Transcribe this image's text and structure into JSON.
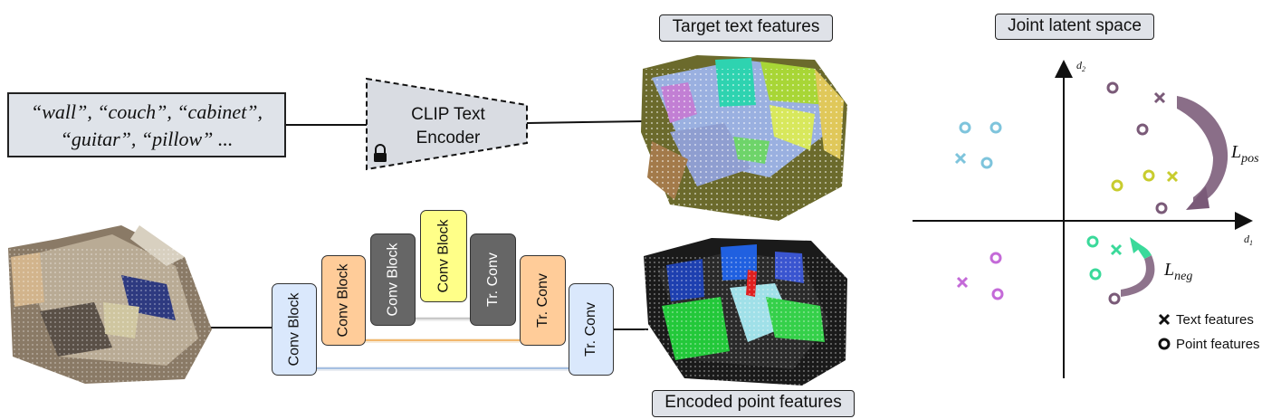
{
  "text_input": {
    "line1": "“wall”, “couch”, “cabinet”,",
    "line2": "“guitar”,  “pillow” ..."
  },
  "encoder": {
    "line1": "CLIP Text",
    "line2": "Encoder",
    "lock_icon": "lock-icon"
  },
  "target_label": "Target text features",
  "encoded_label": "Encoded point features",
  "unet_blocks": [
    {
      "label": "Conv Block",
      "color": "#dae8fc"
    },
    {
      "label": "Conv Block",
      "color": "#ffcc99"
    },
    {
      "label": "Conv Block",
      "color": "#666666"
    },
    {
      "label": "Conv Block",
      "color": "#ffff88"
    },
    {
      "label": "Tr. Conv",
      "color": "#666666"
    },
    {
      "label": "Tr. Conv",
      "color": "#ffcc99"
    },
    {
      "label": "Tr. Conv",
      "color": "#dae8fc"
    }
  ],
  "latent": {
    "title": "Joint latent space",
    "axis_x": "d",
    "axis_x_sub": "1",
    "axis_y": "d",
    "axis_y_sub": "2",
    "loss_pos": "L",
    "loss_pos_sub": "pos",
    "loss_neg": "L",
    "loss_neg_sub": "neg",
    "legend_text": "Text features",
    "legend_point": "Point features",
    "colors": {
      "cyan": "#7ec4dc",
      "purple": "#7a5a78",
      "olive": "#c8cc2e",
      "green": "#3ad99a",
      "magenta": "#c46ad8"
    }
  }
}
